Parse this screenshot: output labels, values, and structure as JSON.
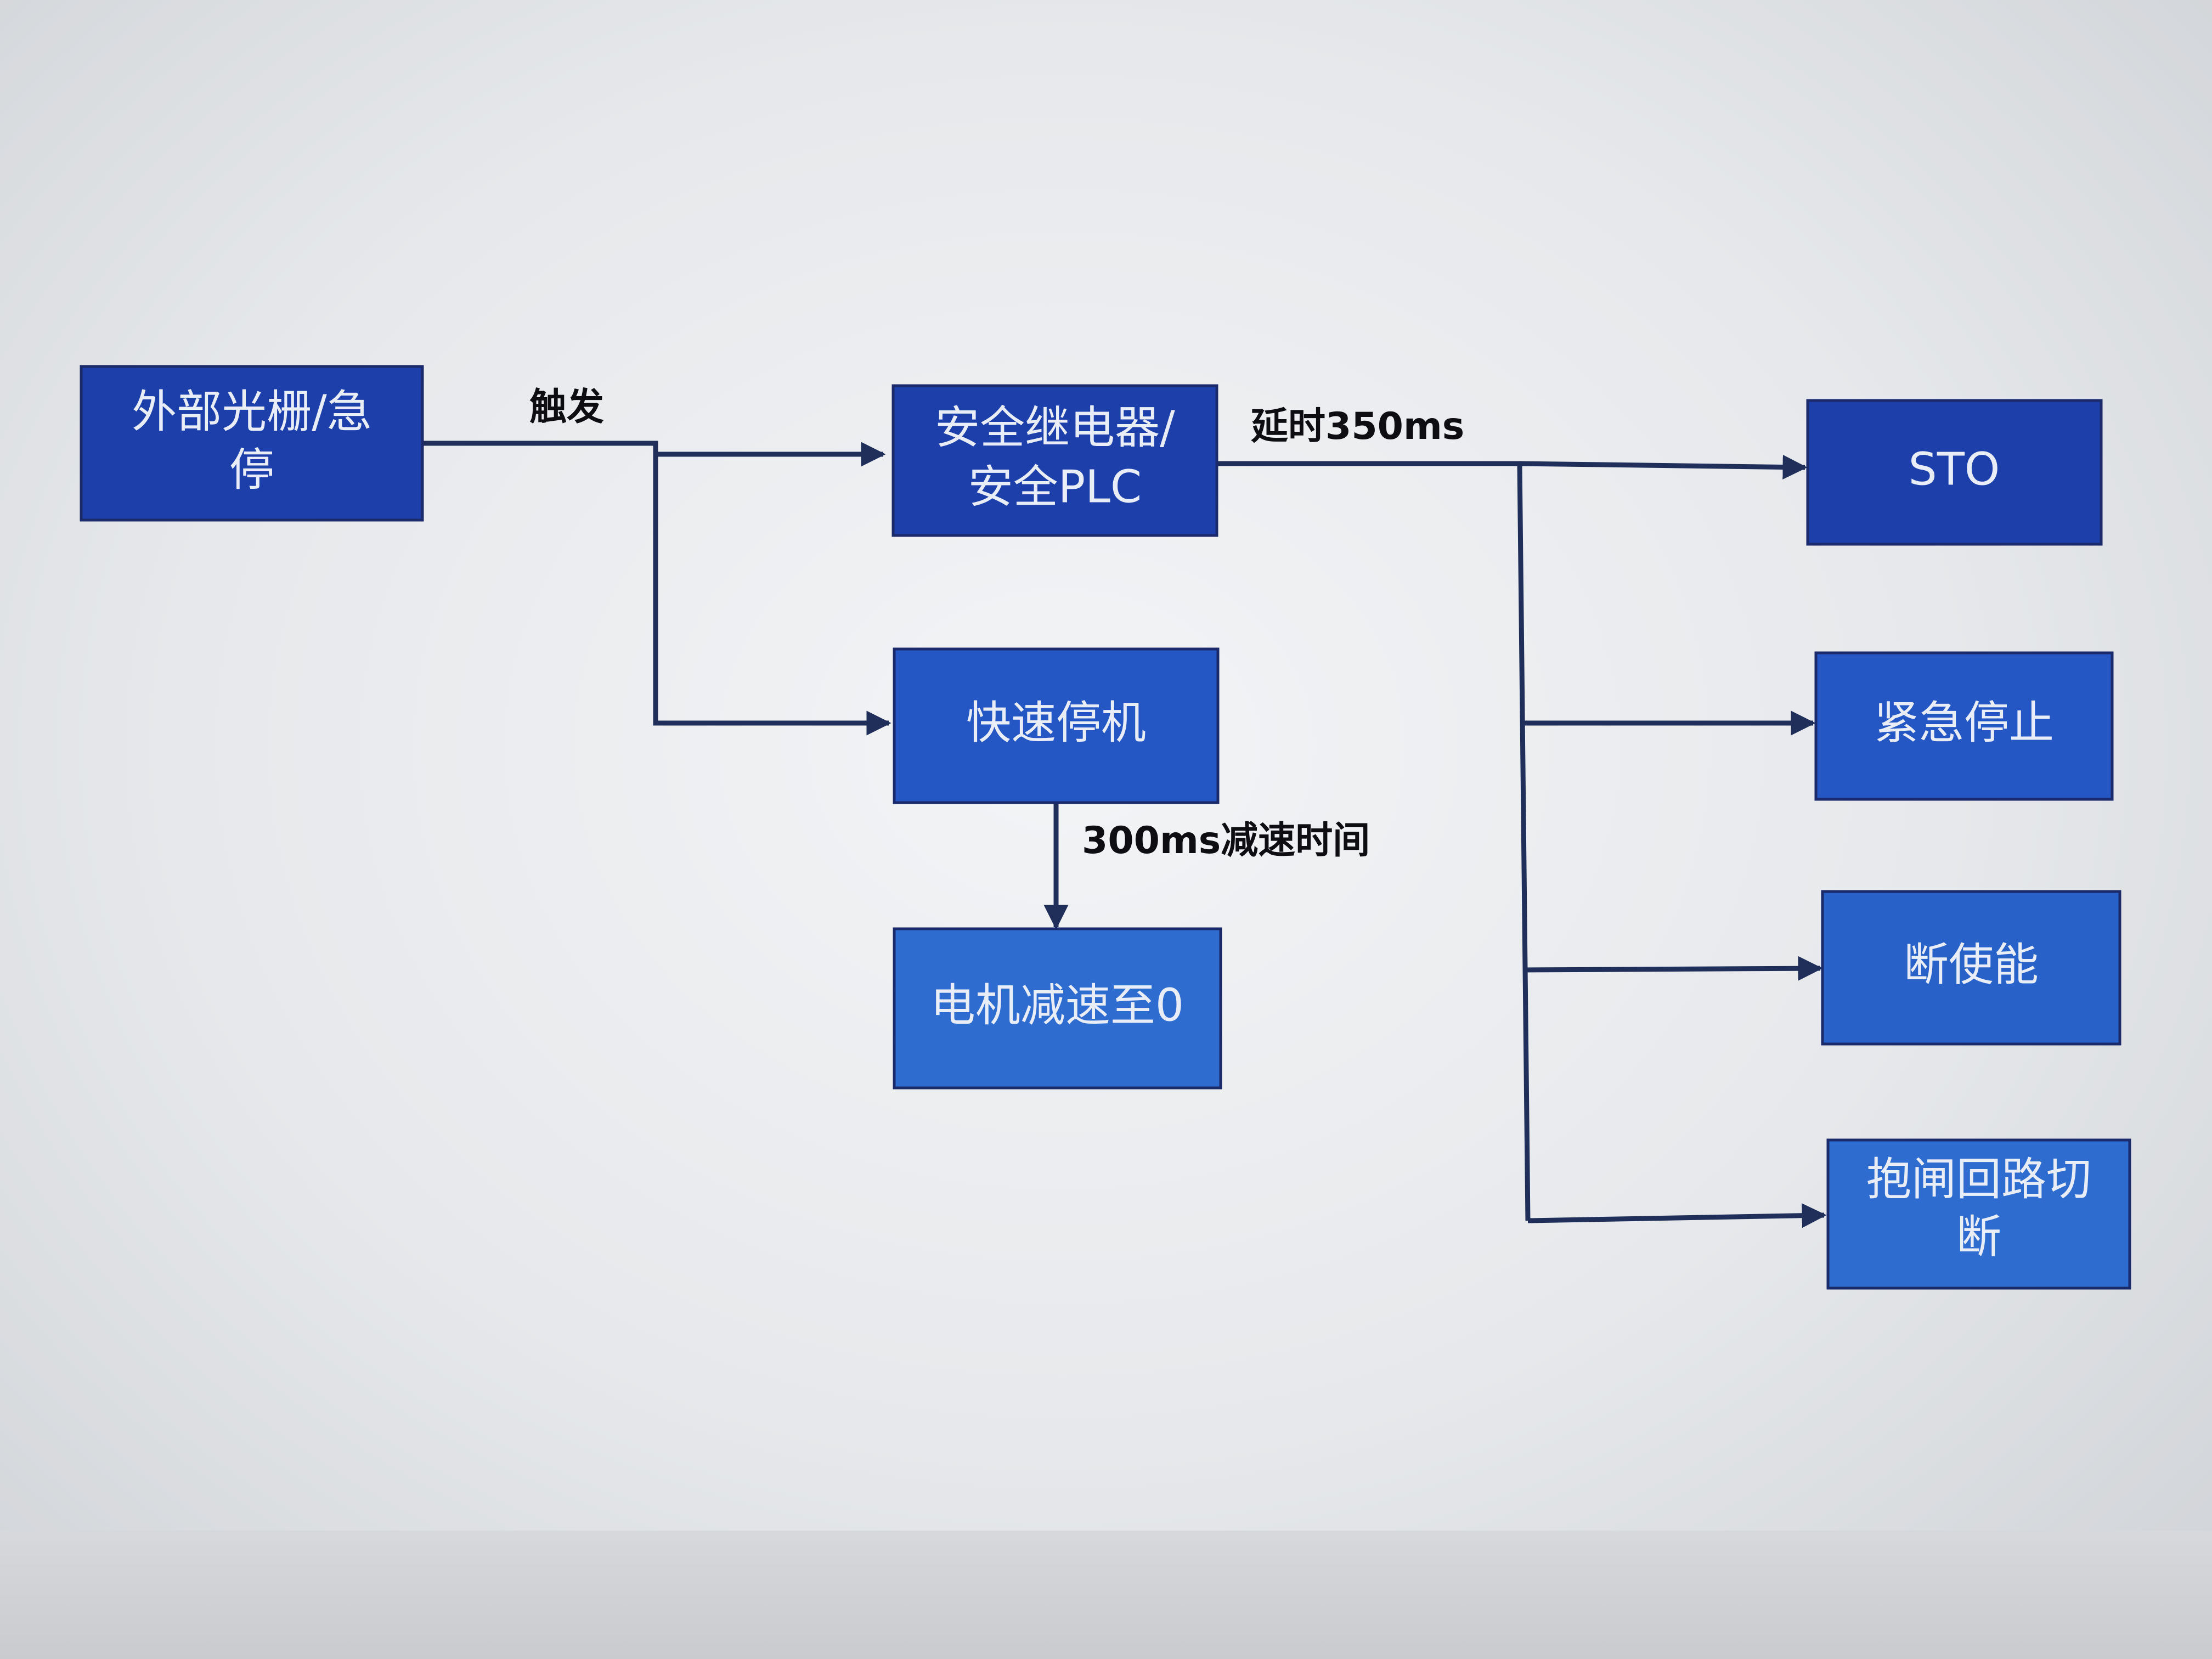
{
  "colors": {
    "box_dark": "#1d3faa",
    "box_mid": "#2456c4",
    "box_light": "#2f6cd0",
    "line": "#1f2f5a"
  },
  "nodes": {
    "source": {
      "lines": [
        "外部光栅/急",
        "停"
      ]
    },
    "safety_relay": {
      "lines": [
        "安全继电器/",
        "安全PLC"
      ]
    },
    "quick_stop": {
      "lines": [
        "快速停机"
      ]
    },
    "motor_decel": {
      "lines": [
        "电机减速至0"
      ]
    },
    "sto": {
      "lines": [
        "STO"
      ]
    },
    "emergency_stop": {
      "lines": [
        "紧急停止"
      ]
    },
    "disable": {
      "lines": [
        "断使能"
      ]
    },
    "brake_cut": {
      "lines": [
        "抱闸回路切",
        "断"
      ]
    }
  },
  "edge_labels": {
    "trigger": "触发",
    "delay": "延时350ms",
    "decel_time": "300ms减速时间"
  }
}
